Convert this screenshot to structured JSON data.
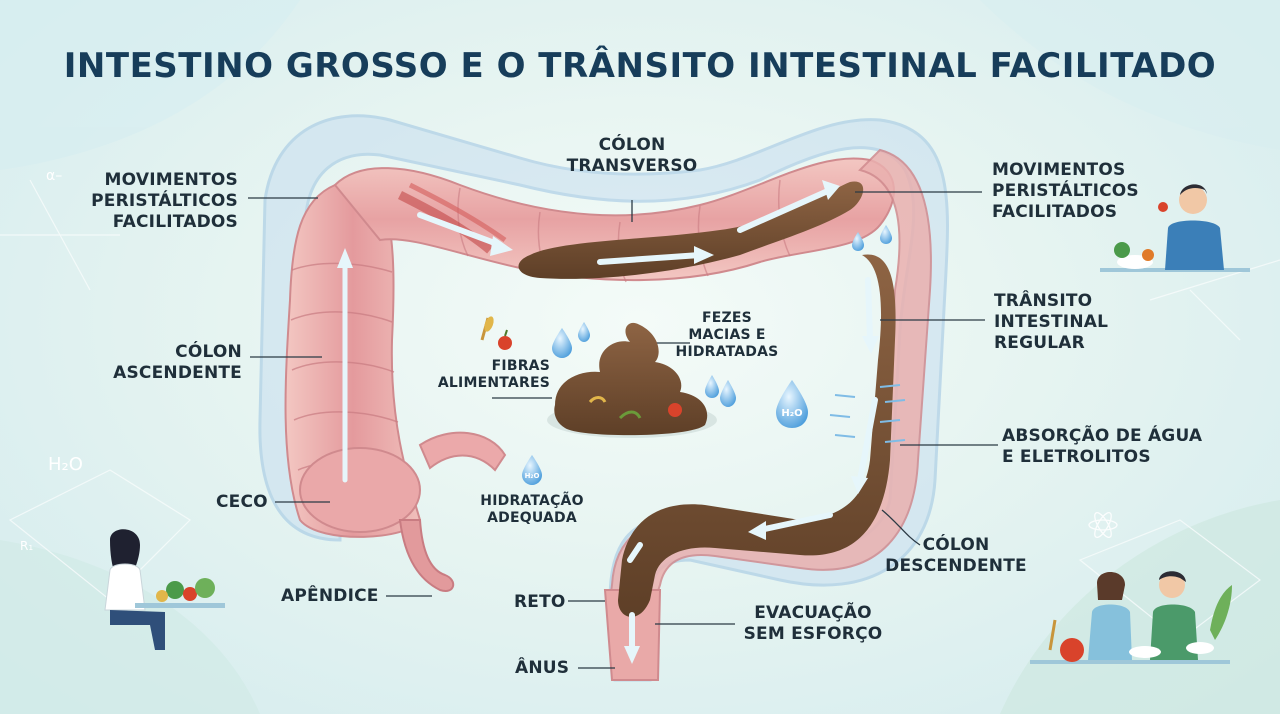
{
  "title": "INTESTINO GROSSO E O TRÂNSITO INTESTINAL FACILITADO",
  "labels": {
    "peristaltic_left": [
      "MOVIMENTOS",
      "PERISTÁLTICOS",
      "FACILITADOS"
    ],
    "transverse": [
      "CÓLON",
      "TRANSVERSO"
    ],
    "peristaltic_right": [
      "MOVIMENTOS",
      "PERISTÁLTICOS",
      "FACILITADOS"
    ],
    "ascending": [
      "CÓLON",
      "ASCENDENTE"
    ],
    "fibers": [
      "FIBRAS",
      "ALIMENTARES"
    ],
    "soft_stool": [
      "FEZES",
      "MACIAS E",
      "HIDRATADAS"
    ],
    "regular_transit": [
      "TRÂNSITO",
      "INTESTINAL",
      "REGULAR"
    ],
    "absorption": [
      "ABSORÇÃO DE ÁGUA",
      "E ELETROLITOS"
    ],
    "cecum": "CECO",
    "hydration": [
      "HIDRATAÇÃO",
      "ADEQUADA"
    ],
    "descending": [
      "CÓLON",
      "DESCENDENTE"
    ],
    "appendix": "APÊNDICE",
    "rectum": "RETO",
    "evacuation": [
      "EVACUAÇÃO",
      "SEM ESFORÇO"
    ],
    "anus": "ÂNUS"
  },
  "symbols": {
    "water_drop_center": "H₂O",
    "water_drop_small": "H₂O",
    "formula_left": "H₂O",
    "formula_r": "R₁",
    "formula_alpha": "α–"
  },
  "colors": {
    "title": "#173d5a",
    "label": "#1f2f3a",
    "colon_tissue": "#e8a9ab",
    "colon_shell": "#b9d6ea",
    "stool": "#7a5537",
    "arrow": "#dff3f8",
    "water": "#5aa9e0"
  },
  "icons": [
    "water-drop-icon",
    "apple-icon",
    "wheat-icon",
    "person-eating-icon",
    "vegetables-icon",
    "atom-icon"
  ]
}
